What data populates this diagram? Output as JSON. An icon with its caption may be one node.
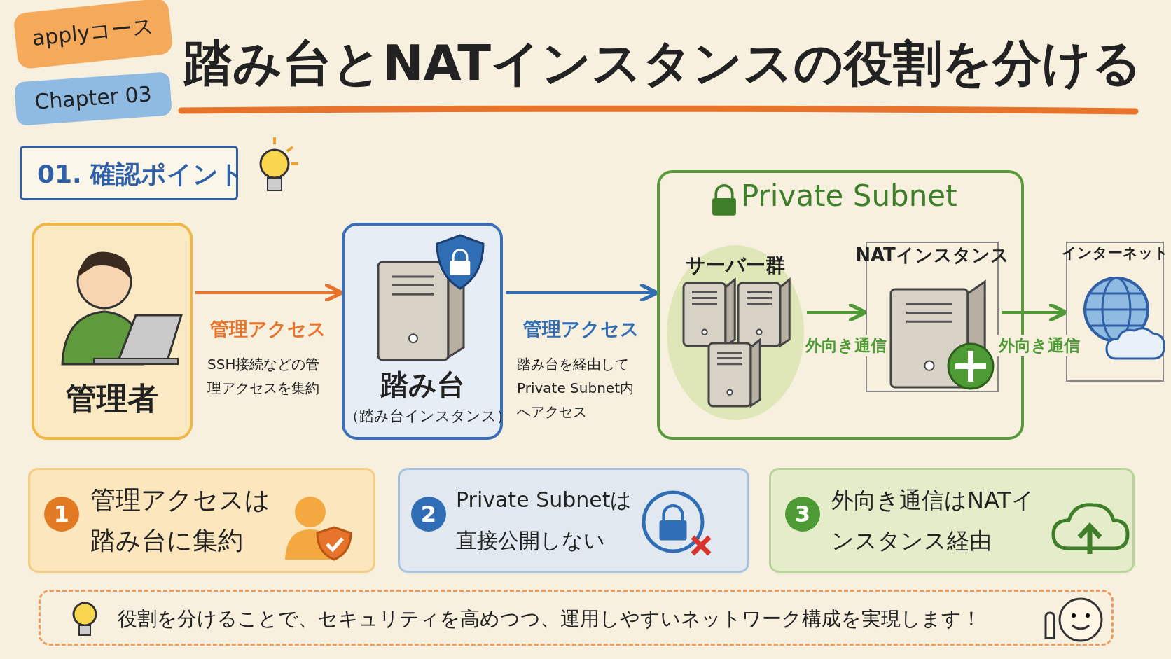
{
  "diagram": {
    "title": "踏み台とNATインスタンスの役割を分ける",
    "nodes": [
      {
        "text": [
          "applyコース"
        ]
      },
      {
        "text": [
          "Chapter 03"
        ]
      },
      {
        "text": [
          "01. 確認ポイント"
        ]
      },
      {
        "text": [
          "管理者"
        ]
      },
      {
        "text": [
          "踏み台",
          "（踏み台インスタンス）"
        ]
      },
      {
        "text": [
          "Private Subnet"
        ]
      },
      {
        "text": [
          "サーバー群"
        ],
        "in": 5
      },
      {
        "text": [
          "NATインスタンス"
        ],
        "in": 5
      },
      {
        "text": [
          "インターネット"
        ]
      },
      {
        "text": [
          "1",
          "管理アクセスは踏み台に集約"
        ]
      },
      {
        "text": [
          "2",
          "Private Subnetは直接公開しない"
        ]
      },
      {
        "text": [
          "3",
          "外向き通信はNATインスタンス経由"
        ]
      },
      {
        "text": [
          "役割を分けることで、セキュリティを高めつつ、運用しやすいネットワーク構成を実現します！"
        ]
      }
    ],
    "edges": [
      {
        "from": 3,
        "to": 4,
        "arrow": "to",
        "label": "管理アクセス",
        "color": "#e8732a"
      },
      {
        "from": 4,
        "to": 5,
        "arrow": "to",
        "label": "管理アクセス",
        "color": "#2f6db5"
      },
      {
        "from": 6,
        "to": 7,
        "arrow": "to",
        "label": "外向き通信"
      },
      {
        "from": 7,
        "to": 8,
        "arrow": "to",
        "label": "外向き通信"
      }
    ],
    "labels": [
      "SSH接続などの管理アクセスを集約",
      "踏み台を経由してPrivate Subnet内へアクセス"
    ]
  }
}
